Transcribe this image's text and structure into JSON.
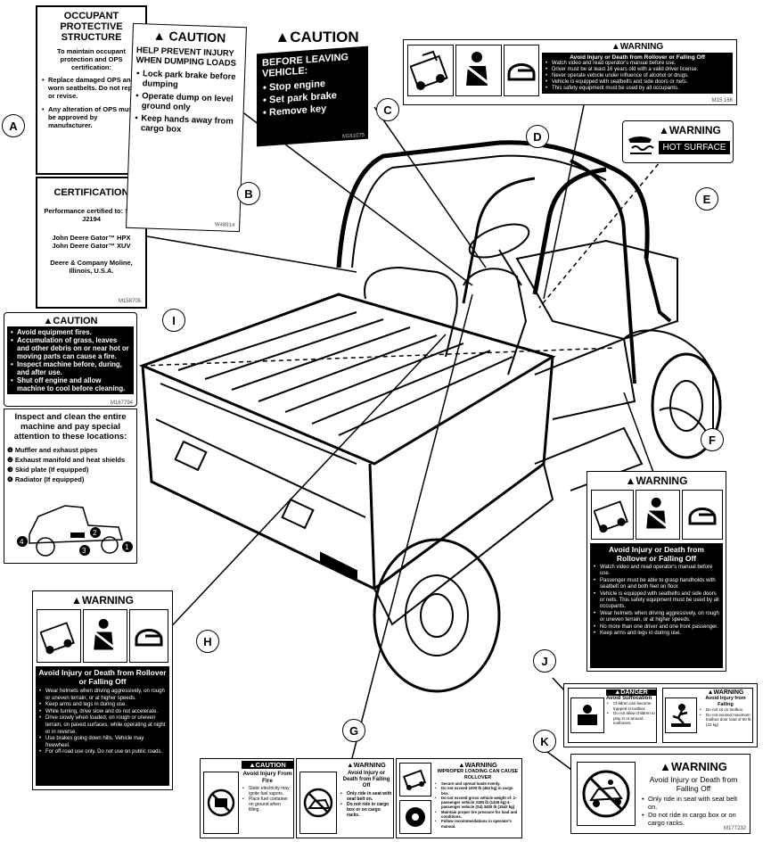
{
  "label_a": {
    "title": "OCCUPANT PROTECTIVE STRUCTURE",
    "intro": "To maintain occupant protection and OPS certification:",
    "bullets": [
      "Replace damaged OPS and worn seatbelts. Do not repair or revise.",
      "Any alteration of OPS must be approved by manufacturer."
    ],
    "cert_title": "CERTIFICATION",
    "cert_line": "Performance certified to: SAE J2194",
    "model_1": "John Deere Gator™ HPX",
    "model_2": "John Deere Gator™ XUV",
    "company": "Deere & Company Moline, Illinois, U.S.A.",
    "part_no": "M158705",
    "callout": "A"
  },
  "label_b": {
    "signal": "CAUTION",
    "heading": "HELP PREVENT INJURY WHEN DUMPING LOADS",
    "bullets": [
      "Lock park brake before dumping",
      "Operate dump on level ground only",
      "Keep hands away from cargo box"
    ],
    "part_no": "W48914",
    "callout": "B"
  },
  "label_c": {
    "signal": "CAUTION",
    "heading": "BEFORE LEAVING VEHICLE:",
    "bullets": [
      "Stop engine",
      "Set park brake",
      "Remove key"
    ],
    "part_no": "M161075",
    "callout": "C"
  },
  "label_d": {
    "signal": "WARNING",
    "subtitle": "Avoid Injury or Death from Rollover or Falling Off",
    "bullets": [
      "Watch video and read operator's manual before use.",
      "Driver must be at least 16 years old with a valid driver license.",
      "Never operate vehicle under influence of alcohol or drugs.",
      "Vehicle is equipped with seatbelts and side doors or nets.",
      "This safety equipment must be used by all occupants."
    ],
    "part_no": "M15 166",
    "callout": "D"
  },
  "label_e": {
    "signal": "WARNING",
    "text": "HOT SURFACE",
    "callout": "E"
  },
  "label_f": {
    "signal": "WARNING",
    "subtitle": "Avoid Injury or Death from Rollover or Falling Off",
    "bullets": [
      "Watch video and read operator's manual before use.",
      "Passenger must be able to grasp handholds with seatbelt on and both feet on floor.",
      "Vehicle is equipped with seatbelts and side doors or nets. This safety equipment must be used by all occupants.",
      "Wear helmets when driving aggressively, on rough or uneven terrain, or at higher speeds.",
      "No more than one driver and one front passenger.",
      "Keep arms and legs in during use."
    ],
    "callout": "F"
  },
  "label_g": {
    "callout": "G",
    "panel_1": {
      "signal": "CAUTION",
      "title": "Avoid Injury From Fire",
      "bullets": [
        "Static electricity may ignite fuel vapors.",
        "Place fuel container on ground when filling."
      ]
    },
    "panel_2": {
      "signal": "WARNING",
      "title": "Avoid Injury or Death from Falling Off",
      "bullets": [
        "Only ride in seat with seat belt on.",
        "Do not ride in cargo box or on cargo racks."
      ]
    },
    "panel_3": {
      "signal": "WARNING",
      "title": "IMPROPER LOADING CAN CAUSE ROLLOVER",
      "bullets": [
        "Secure and spread loads evenly.",
        "Do not exceed 1000 lb (454 kg) in cargo box.",
        "Do not exceed gross vehicle weight of: 2-passenger vehicle 3180 lb (1435 kg) 4-passenger vehicle (S4) 3400 lb (1542 kg)",
        "Maintain proper tire pressure for load and conditions.",
        "Follow recommendations in operator's manual."
      ]
    }
  },
  "label_h": {
    "signal": "WARNING",
    "subtitle": "Avoid Injury or Death from Rollover or Falling Off",
    "bullets": [
      "Wear helmets when driving aggressively, on rough or uneven terrain, or at higher speeds.",
      "Keep arms and legs in during use.",
      "While turning, drive slow and do not accelerate.",
      "Drive slowly when loaded, on rough or uneven terrain, on paved surfaces, while operating at night or in reverse.",
      "Use brakes going down hills. Vehicle may freewheel.",
      "For off-road use only. Do not use on public roads."
    ],
    "callout": "H"
  },
  "label_i": {
    "signal": "CAUTION",
    "bullets": [
      "Avoid equipment fires.",
      "Accumulation of grass, leaves and other debris on or near hot or moving parts can cause a fire.",
      "Inspect machine before, during, and after use.",
      "Shut off engine and allow machine to cool before cleaning."
    ],
    "part_no": "M167794",
    "heading": "Inspect and clean the entire machine and pay special attention to these locations:",
    "locations": [
      "Muffler and exhaust pipes",
      "Exhaust manifold and heat shields",
      "Skid plate (If equipped)",
      "Radiator (If equipped)"
    ],
    "callout": "I"
  },
  "label_j": {
    "callout": "J",
    "panel_1": {
      "signal": "DANGER",
      "title": "Avoid Suffocation",
      "bullets": [
        "Children can become trapped in toolbox.",
        "Do not allow children to play in or around toolboxes."
      ]
    },
    "panel_2": {
      "signal": "WARNING",
      "title": "Avoid Injury from Falling",
      "bullets": [
        "Do not sit on toolbox.",
        "Do not exceed maximum toolbox door load of 50 lb (22 kg)"
      ]
    }
  },
  "label_k": {
    "signal": "WARNING",
    "subtitle": "Avoid Injury or Death from Falling Off",
    "bullets": [
      "Only ride in seat with seat belt on.",
      "Do not ride in cargo box or on cargo racks."
    ],
    "part_no": "M177232",
    "callout": "K"
  }
}
